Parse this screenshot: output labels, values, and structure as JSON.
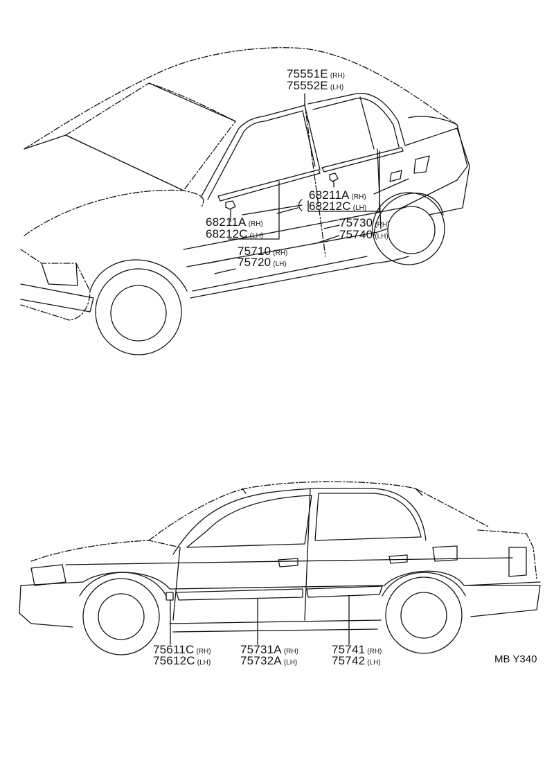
{
  "top_view": {
    "callouts": [
      {
        "name": "callout-75551e",
        "part": "75551E",
        "side": "(RH)"
      },
      {
        "name": "callout-75552e",
        "part": "75552E",
        "side": "(LH)"
      },
      {
        "name": "callout-68211a-rear",
        "part": "68211A",
        "side": "(RH)"
      },
      {
        "name": "callout-68212c-rear",
        "part": "68212C",
        "side": "(LH)"
      },
      {
        "name": "callout-68211a-front",
        "part": "68211A",
        "side": "(RH)"
      },
      {
        "name": "callout-68212c-front",
        "part": "68212C",
        "side": "(LH)"
      },
      {
        "name": "callout-75730",
        "part": "75730",
        "side": "(RH)"
      },
      {
        "name": "callout-75740",
        "part": "75740",
        "side": "(LH)"
      },
      {
        "name": "callout-75710",
        "part": "75710",
        "side": "(RH)"
      },
      {
        "name": "callout-75720",
        "part": "75720",
        "side": "(LH)"
      }
    ]
  },
  "side_view": {
    "callouts": [
      {
        "name": "callout-75611c",
        "part": "75611C",
        "side": "(RH)"
      },
      {
        "name": "callout-75612c",
        "part": "75612C",
        "side": "(LH)"
      },
      {
        "name": "callout-75731a",
        "part": "75731A",
        "side": "(RH)"
      },
      {
        "name": "callout-75732a",
        "part": "75732A",
        "side": "(LH)"
      },
      {
        "name": "callout-75741",
        "part": "75741",
        "side": "(RH)"
      },
      {
        "name": "callout-75742",
        "part": "75742",
        "side": "(LH)"
      }
    ]
  },
  "figure_code": "MB Y340"
}
